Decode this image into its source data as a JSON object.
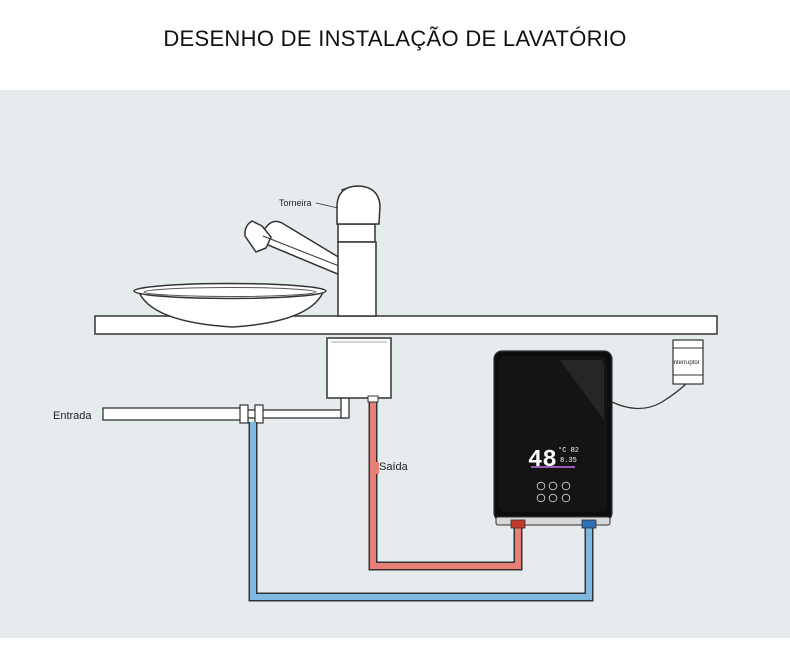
{
  "title": "DESENHO DE INSTALAÇÃO DE LAVATÓRIO",
  "labels": {
    "faucet": "Torneira",
    "inlet": "Entrada",
    "outlet": "Saída",
    "switch": "Interruptor"
  },
  "heater_display": {
    "big_digits": "48",
    "small_top": "°C 82",
    "small_bottom": "8.35"
  },
  "colors": {
    "background": "#e6eced",
    "hot_pipe": "#e8807a",
    "cold_pipe": "#7cb8e0",
    "outline": "#333333",
    "heater_body": "#0c0c0c"
  }
}
